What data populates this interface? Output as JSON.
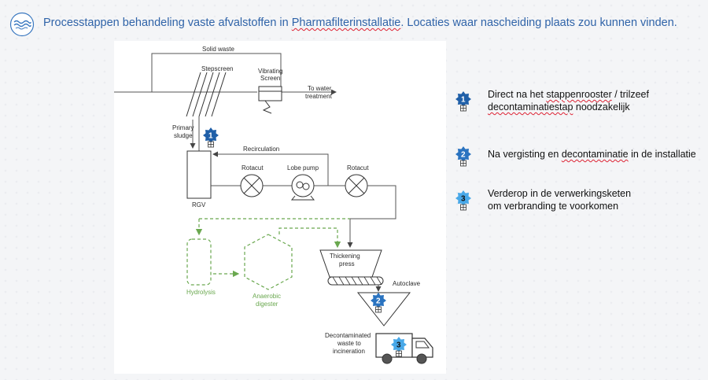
{
  "header": {
    "title_part1": "Processtappen behandeling vaste afvalstoffen in ",
    "title_spell": "Pharmafilterinstallatie",
    "title_part2": ". Locaties waar nascheiding plaats zou kunnen vinden."
  },
  "diagram": {
    "labels": {
      "solid_waste": "Solid waste",
      "stepscreen": "Stepscreen",
      "vibrating_1": "Vibrating",
      "vibrating_2": "Screen",
      "to_water_1": "To water",
      "to_water_2": "treatment",
      "primary_1": "Primary",
      "primary_2": "sludge",
      "recirculation": "Recirculation",
      "rotacut_1": "Rotacut",
      "lobe_pump": "Lobe pump",
      "rotacut_2": "Rotacut",
      "rgv": "RGV",
      "hydrolysis": "Hydrolysis",
      "anaerobic_1": "Anaerobic",
      "anaerobic_2": "digester",
      "thickening_1": "Thickening",
      "thickening_2": "press",
      "autoclave": "Autoclave",
      "decon_1": "Decontaminated",
      "decon_2": "waste to",
      "decon_3": "incineration"
    },
    "markers": [
      "1",
      "2",
      "3"
    ]
  },
  "legend": [
    {
      "num": "1",
      "color": "#1f5fa8",
      "line1_a": "Direct na het ",
      "line1_spell": "stappenrooster",
      "line1_b": " / trilzeef",
      "line2_spell": "decontaminatiestap",
      "line2_b": " noodzakelijk"
    },
    {
      "num": "2",
      "color": "#2a73c0",
      "line1_a": "Na vergisting en ",
      "line1_spell": "decontaminatie",
      "line1_b": " in de installatie"
    },
    {
      "num": "3",
      "color": "#48a8e8",
      "line1_a": "Verderop in de verwerkingsketen",
      "line2_b": "om verbranding te voorkomen"
    }
  ]
}
